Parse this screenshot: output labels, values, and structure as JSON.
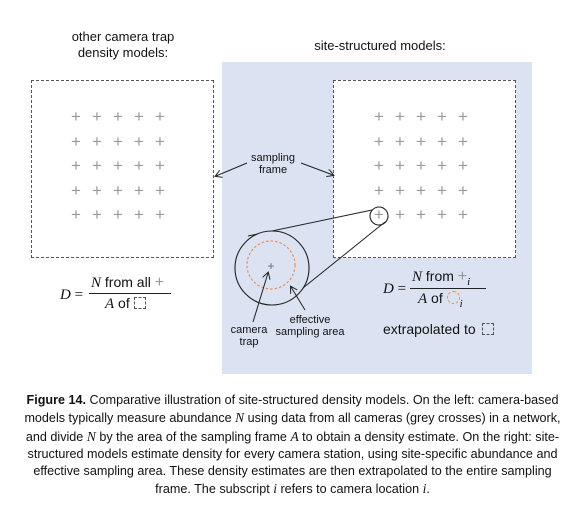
{
  "headings": {
    "left_line1": "other camera trap",
    "left_line2": "density models:",
    "right": "site-structured models:"
  },
  "labels": {
    "sampling_line1": "sampling",
    "sampling_line2": "frame",
    "effective_line1": "effective",
    "effective_line2": "sampling area",
    "camera_line1": "camera",
    "camera_line2": "trap",
    "extrapolated": "extrapolated to"
  },
  "formula_left": {
    "lhs": "D",
    "eq": "=",
    "num_prefix": "N",
    "num_text": " from all ",
    "den_prefix": "A",
    "den_text": " of "
  },
  "formula_right": {
    "lhs": "D",
    "eq": "=",
    "num_prefix": "N",
    "num_text": " from ",
    "num_sub": "i",
    "den_prefix": "A",
    "den_text": " of ",
    "den_sub": "i"
  },
  "caption": {
    "figure_label": "Figure 14.",
    "p1": " Comparative illustration of site-structured density models. On the left: camera-based models typically measure abundance ",
    "v1": "N",
    "p2": " using data from all cameras (grey crosses) in a network, and divide ",
    "v2": "N",
    "p3": " by the area of the sampling frame ",
    "v3": "A",
    "p4": " to obtain a density estimate. On the right: site-structured models estimate density for every camera station, using site-specific abundance and effective sampling area. These density estimates are then extrapolated to the entire sampling frame. The subscript ",
    "v4": "i",
    "p5": " refers to camera location ",
    "v5": "i",
    "p6": "."
  },
  "colors": {
    "panel_bg": "#dbe3f3",
    "cross": "#9a9a9a",
    "dashed_orange": "#e8915a",
    "frame_border": "#555555"
  },
  "grid": {
    "rows": 5,
    "cols": 5
  }
}
